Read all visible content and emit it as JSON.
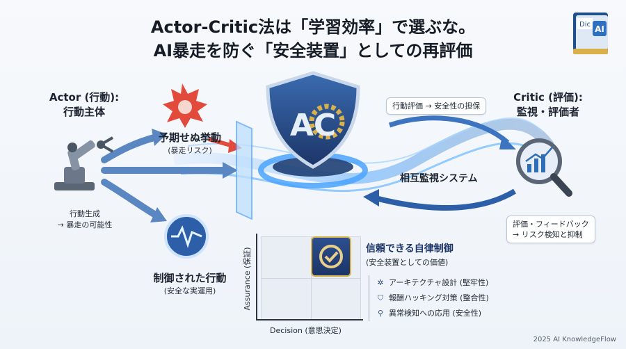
{
  "title": {
    "line1": "Actor-Critic法は「学習効率」で選ぶな。",
    "line2": "AI暴走を防ぐ「安全装置」としての再評価"
  },
  "actor": {
    "title": "Actor (行動):",
    "subtitle": "行動主体",
    "note_line1": "行動生成",
    "note_line2": "→ 暴走の可能性"
  },
  "unexpected": {
    "title": "予期せぬ挙動",
    "sub": "(暴走リスク)"
  },
  "controlled": {
    "title": "制御された行動",
    "sub": "(安全な実運用)"
  },
  "critic": {
    "title": "Critic (評価):",
    "subtitle": "監視・評価者"
  },
  "top_pill": "行動評価 → 安全性の担保",
  "mutual": "相互監視システム",
  "feedback_pill": {
    "line1": "評価・フィードバック",
    "line2": "→ リスク検知と抑制"
  },
  "shield_text": "AC",
  "dic_icon": {
    "left": "Dic",
    "right": "AI"
  },
  "chart": {
    "y_label": "Assurance (保証)",
    "x_label": "Decision (意思決定)"
  },
  "trust": {
    "title": "信頼できる自律制御",
    "sub": "(安全装置としての価値)"
  },
  "features": [
    {
      "icon": "network-icon",
      "glyph": "✲",
      "text": "アーキテクチャ設計 (堅牢性)"
    },
    {
      "icon": "shield-check-icon",
      "glyph": "⛉",
      "text": "報酬ハッキング対策 (整合性)"
    },
    {
      "icon": "magnifier-icon",
      "glyph": "⚲",
      "text": "異常検知への応用 (安全性)"
    }
  ],
  "footer": "2025 AI KnowledgeFlow",
  "colors": {
    "blue": "#2f6db5",
    "glow": "#5fb4ff",
    "navy": "#1c3568",
    "gold": "#d9b14c",
    "red": "#e24a3b"
  }
}
